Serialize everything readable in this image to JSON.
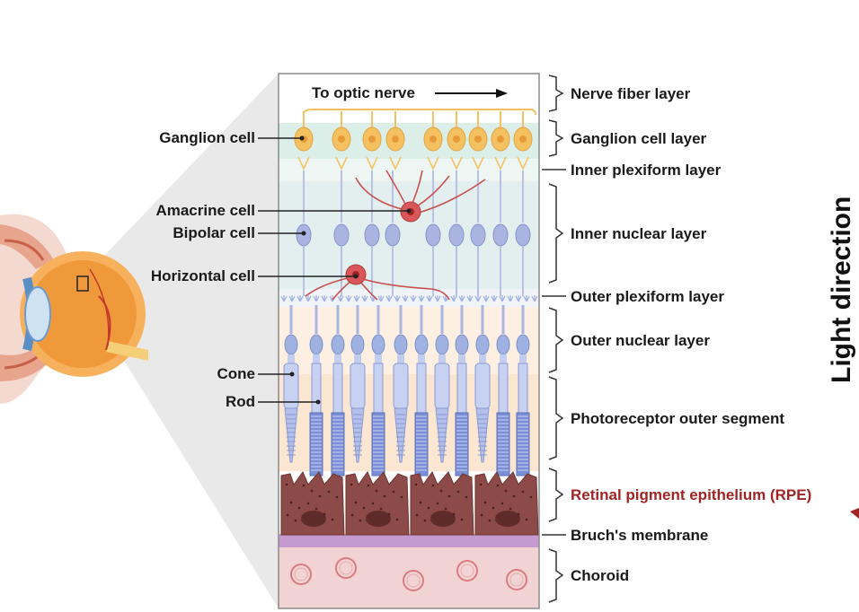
{
  "top_label": "To optic nerve",
  "light_direction": "Light direction",
  "left_labels": {
    "ganglion_cell": "Ganglion cell",
    "amacrine_cell": "Amacrine cell",
    "bipolar_cell": "Bipolar cell",
    "horizontal_cell": "Horizontal cell",
    "cone": "Cone",
    "rod": "Rod"
  },
  "layers": {
    "nerve_fiber": "Nerve fiber layer",
    "ganglion_cell": "Ganglion cell layer",
    "inner_plexiform": "Inner plexiform layer",
    "inner_nuclear": "Inner nuclear layer",
    "outer_plexiform": "Outer plexiform layer",
    "outer_nuclear": "Outer nuclear layer",
    "photoreceptor_outer_segment": "Photoreceptor outer segment",
    "rpe": "Retinal pigment epithelium (RPE)",
    "bruchs_membrane": "Bruch's membrane",
    "choroid": "Choroid"
  },
  "colors": {
    "rpe_label": "#a02424",
    "ganglion": "#f4c060",
    "bipolar": "#a9b4e0",
    "amacrine": "#d9575a",
    "rpe_cell": "#8c4a48",
    "bruchs": "#c49ad0",
    "choroid": "#f2d3d3"
  }
}
